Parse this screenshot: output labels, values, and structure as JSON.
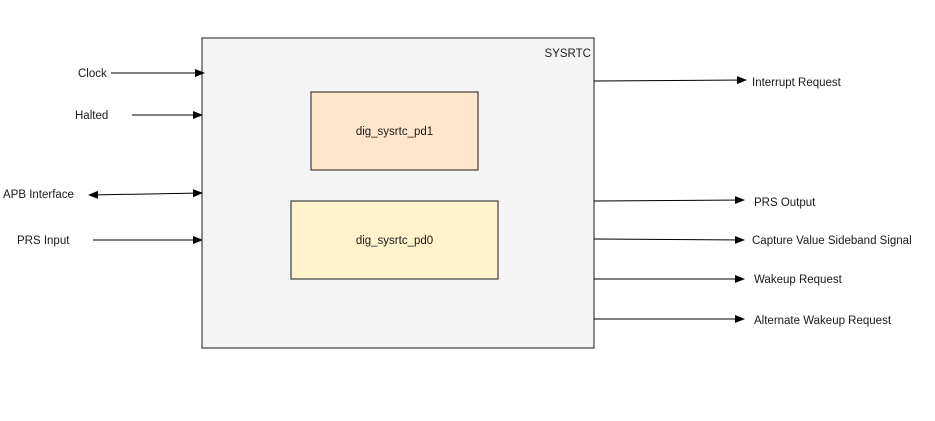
{
  "block": {
    "title": "SYSRTC",
    "fill": "#f4f4f4",
    "stroke": "#1a1a1a"
  },
  "sub_blocks": [
    {
      "label": "dig_sysrtc_pd1",
      "fill": "#ffe6cc"
    },
    {
      "label": "dig_sysrtc_pd0",
      "fill": "#fff2cc"
    }
  ],
  "inputs": [
    {
      "label": "Clock",
      "direction": "in"
    },
    {
      "label": "Halted",
      "direction": "in"
    },
    {
      "label": "APB Interface",
      "direction": "bidirectional"
    },
    {
      "label": "PRS Input",
      "direction": "in"
    }
  ],
  "outputs": [
    {
      "label": "Interrupt Request",
      "direction": "out"
    },
    {
      "label": "PRS Output",
      "direction": "out"
    },
    {
      "label": "Capture Value Sideband Signal",
      "direction": "out"
    },
    {
      "label": "Wakeup Request",
      "direction": "out"
    },
    {
      "label": "Alternate Wakeup Request",
      "direction": "out"
    }
  ]
}
